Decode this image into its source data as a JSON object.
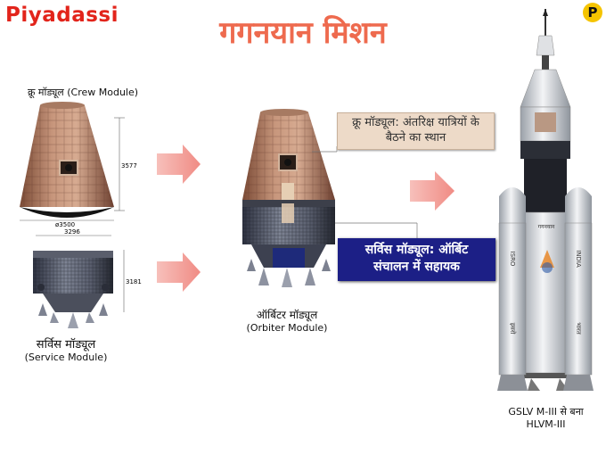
{
  "brand": "Piyadassi",
  "badge": "P",
  "title": "गगनयान मिशन",
  "crew_module": {
    "label_hi": "क्रू मॉड्यूल (Crew Module)",
    "dim_height": "3577",
    "dim_width": "ø3500"
  },
  "service_module": {
    "label_hi": "सर्विस मॉड्यूल",
    "label_en": "(Service Module)",
    "dim_width": "3296",
    "dim_height": "3181"
  },
  "orbiter_module": {
    "label_hi": "ऑर्बिटर मॉड्यूल",
    "label_en": "(Orbiter Module)"
  },
  "callouts": {
    "crew": [
      "क्रू मॉड्यूल: अंतरिक्ष यात्रियों के",
      "बैठने का स्थान"
    ],
    "service": [
      "सर्विस मॉड्यूल: ऑर्बिट",
      "संचालन में सहायक"
    ]
  },
  "rocket": {
    "caption": [
      "GSLV M-III से बना",
      "HLVM-III"
    ],
    "body_text": "गगनयान",
    "booster_left": "ISRO",
    "booster_right": "INDIA",
    "booster_left_hi": "इसरो",
    "booster_right_hi": "भारत"
  },
  "colors": {
    "brand": "#e2241b",
    "title": "#ee6a4e",
    "callout_service_bg": "#1c1f86",
    "arrow": "#f49a94"
  }
}
